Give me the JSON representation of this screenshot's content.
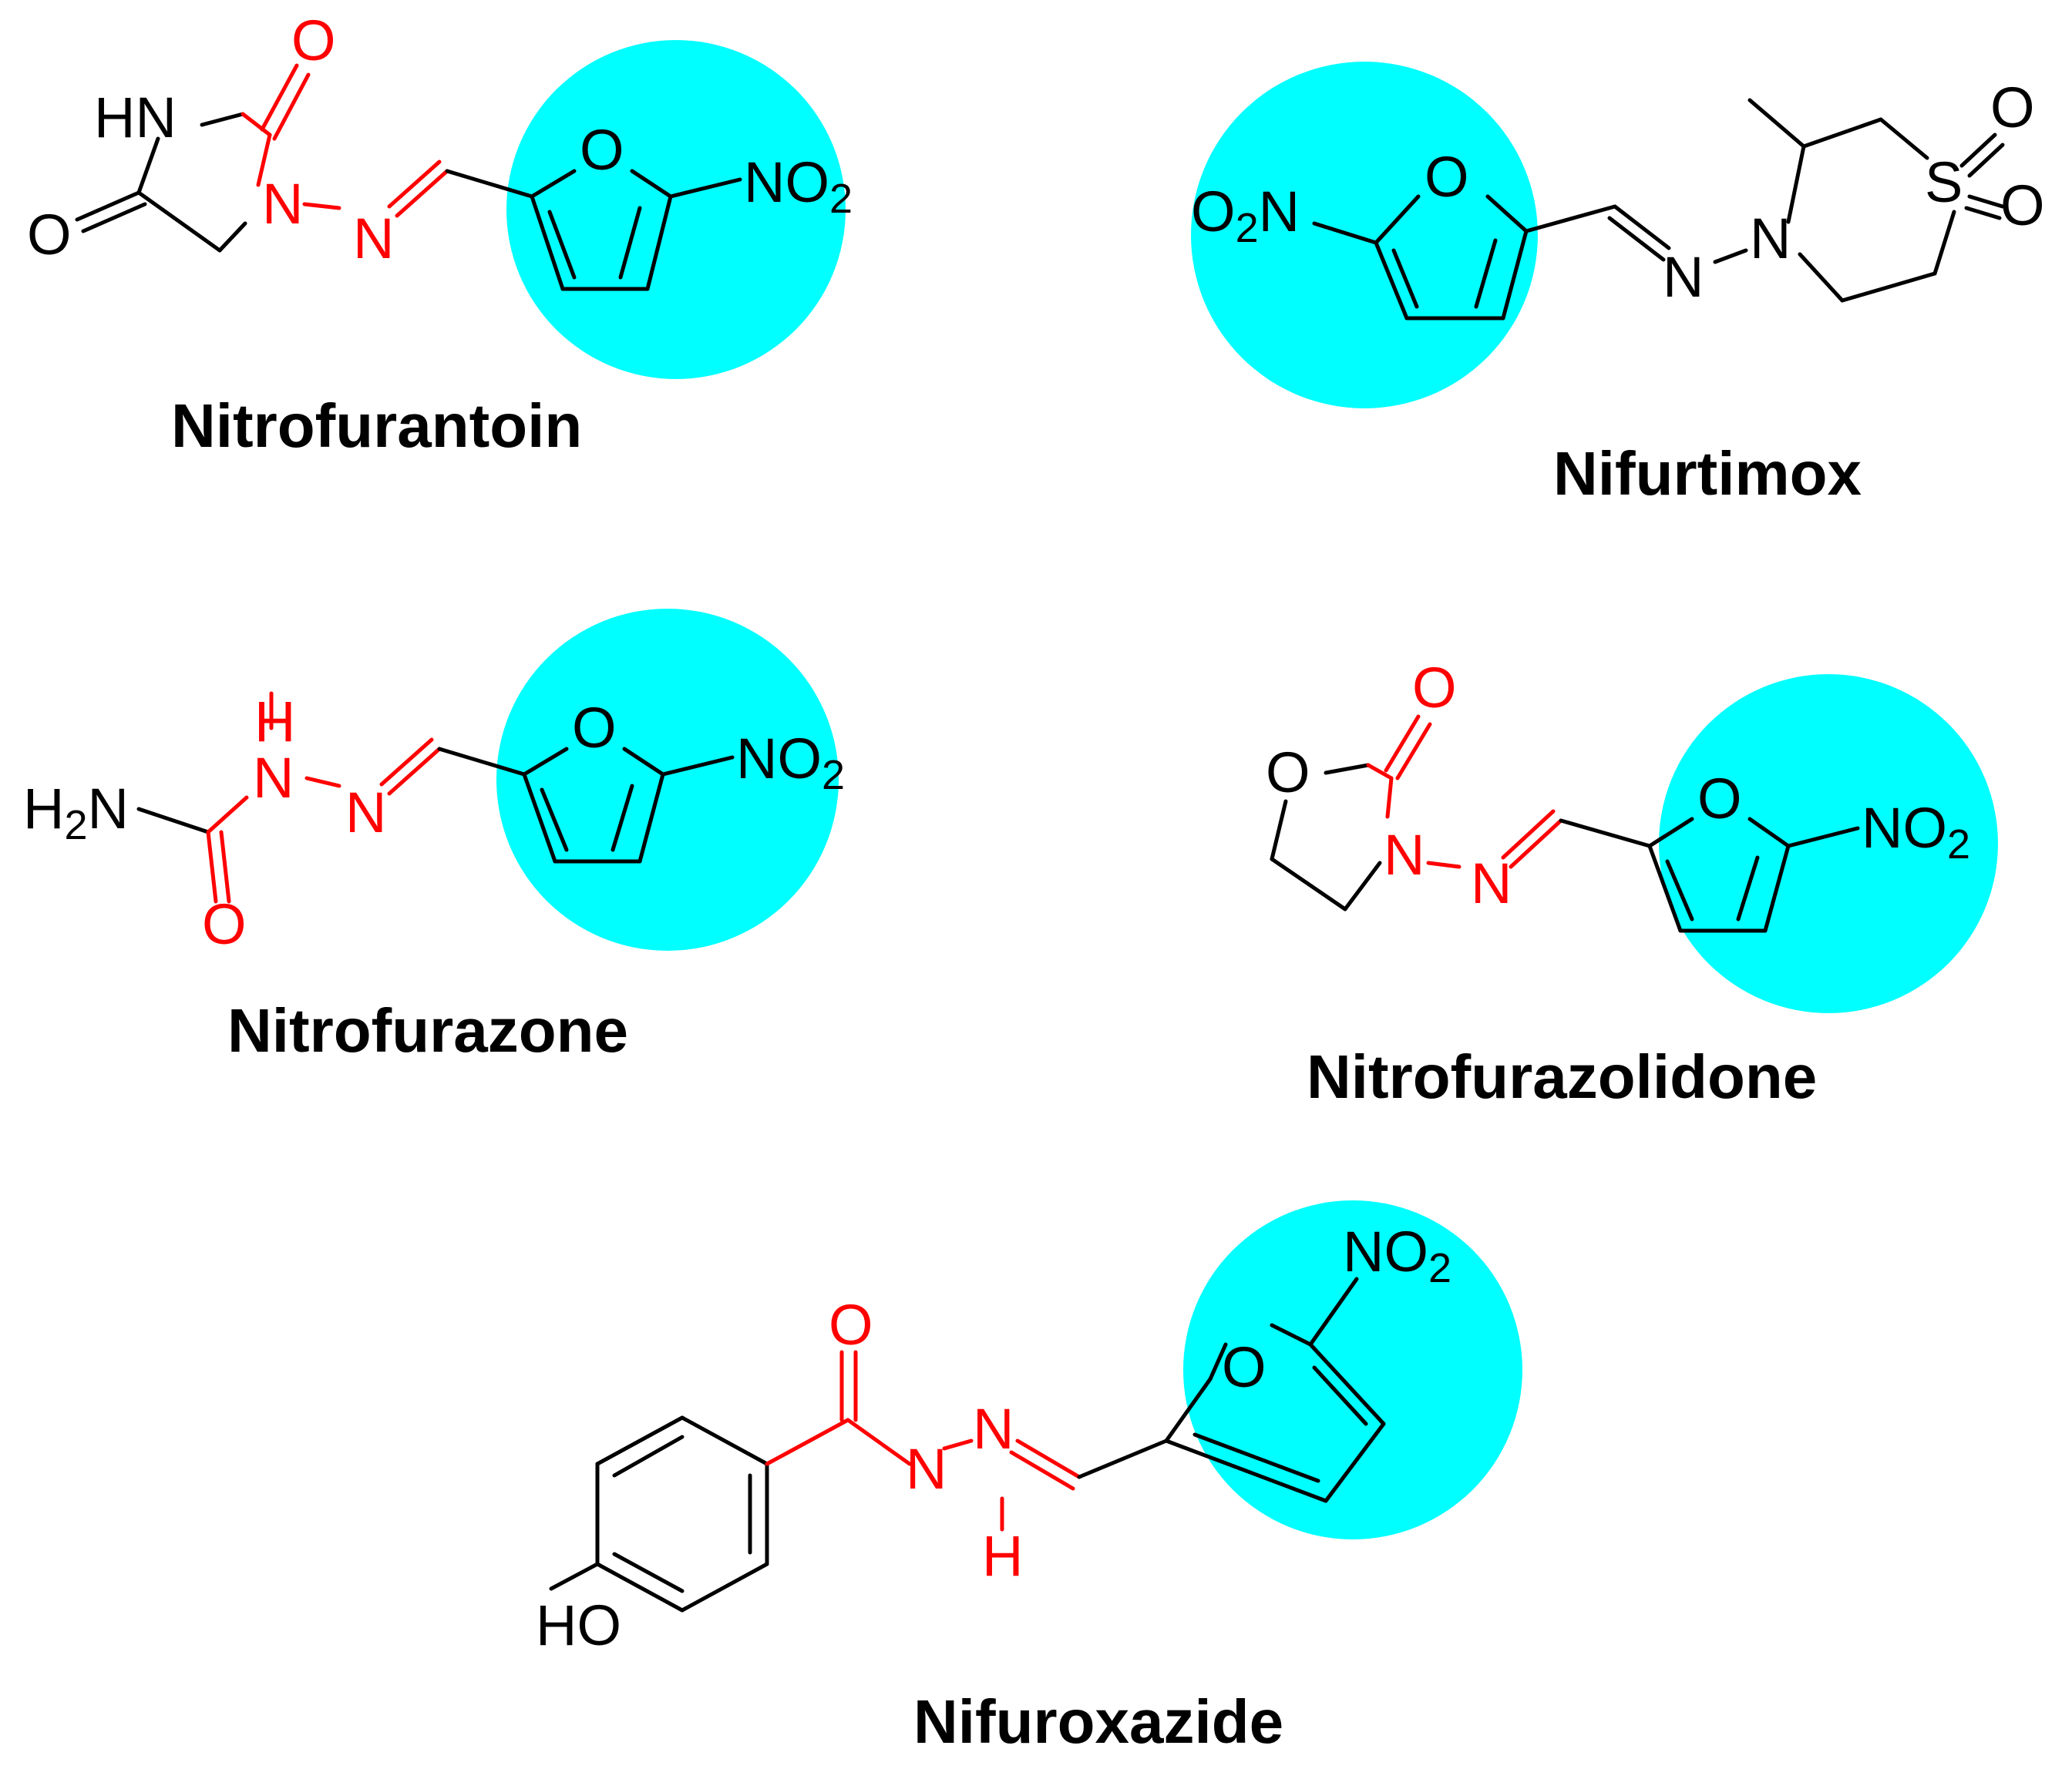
{
  "names": {
    "m1": "Nitrofurantoin",
    "m2": "Nifurtimox",
    "m3": "Nitrofurazone",
    "m4": "Nitrofurazolidone",
    "m5": "Nifuroxazide"
  },
  "atoms": {
    "O": "O",
    "N": "N",
    "S": "S",
    "H": "H",
    "HN": "HN",
    "HO": "HO",
    "NO": "NO",
    "H2": "H",
    "two": "2",
    "O2": "O"
  },
  "colors": {
    "highlight": "#00ffff",
    "bond": "#000000",
    "accent": "#ff0000"
  }
}
